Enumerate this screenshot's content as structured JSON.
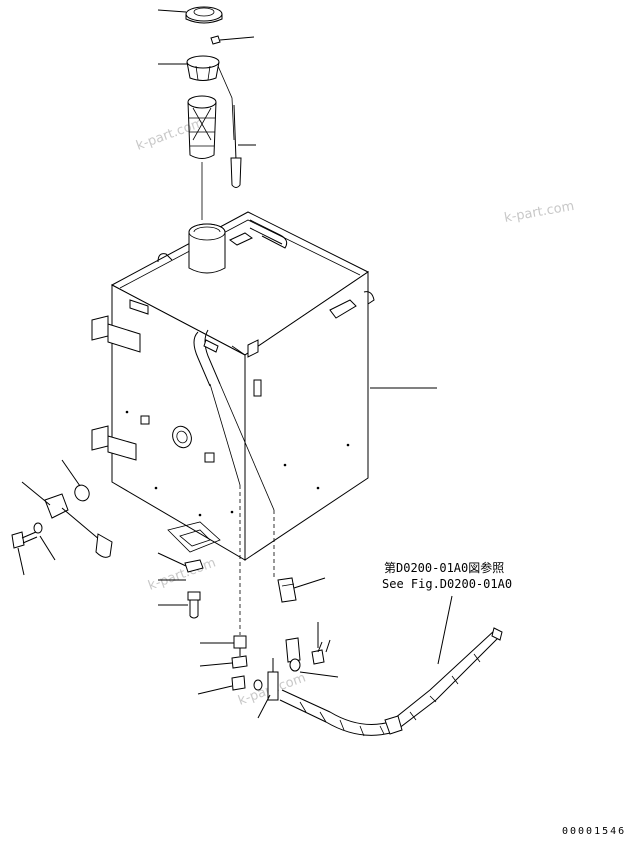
{
  "reference": {
    "line1": "第D0200-01A0図参照",
    "line2": "See Fig.D0200-01A0"
  },
  "drawing_number": "00001546",
  "watermarks": [
    "k-part.com",
    "k-part.com",
    "k-part.com",
    "k-part.com"
  ]
}
